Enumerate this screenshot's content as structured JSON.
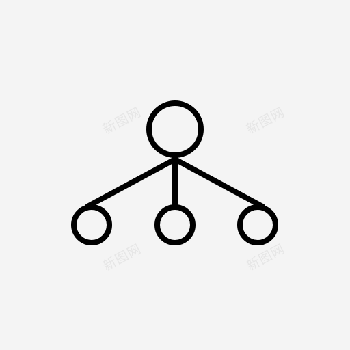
{
  "icon": {
    "name": "hierarchy-network-icon",
    "stroke_color": "#000000",
    "background_color": "#f4f4f4"
  },
  "watermarks": [
    "新图网",
    "新图网",
    "新图网",
    "新图网"
  ]
}
